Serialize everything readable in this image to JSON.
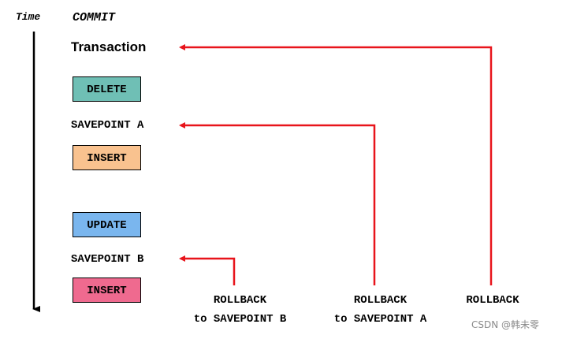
{
  "time_label": "Time",
  "commit_label": "COMMIT",
  "transaction_label": "Transaction",
  "statements": {
    "delete": {
      "label": "DELETE",
      "color": "#6fbfb5"
    },
    "insert_1": {
      "label": "INSERT",
      "color": "#f9c28f"
    },
    "update": {
      "label": "UPDATE",
      "color": "#7ab6ee"
    },
    "insert_2": {
      "label": "INSERT",
      "color": "#ef6a8f"
    }
  },
  "savepoints": {
    "a": "SAVEPOINT A",
    "b": "SAVEPOINT B"
  },
  "rollbacks": {
    "to_b_line1": "ROLLBACK",
    "to_b_line2": "to SAVEPOINT B",
    "to_a_line1": "ROLLBACK",
    "to_a_line2": "to SAVEPOINT A",
    "plain": "ROLLBACK"
  },
  "colors": {
    "arrow": "#e8141b",
    "timeline": "#000000"
  },
  "watermark": "CSDN @韩未零"
}
